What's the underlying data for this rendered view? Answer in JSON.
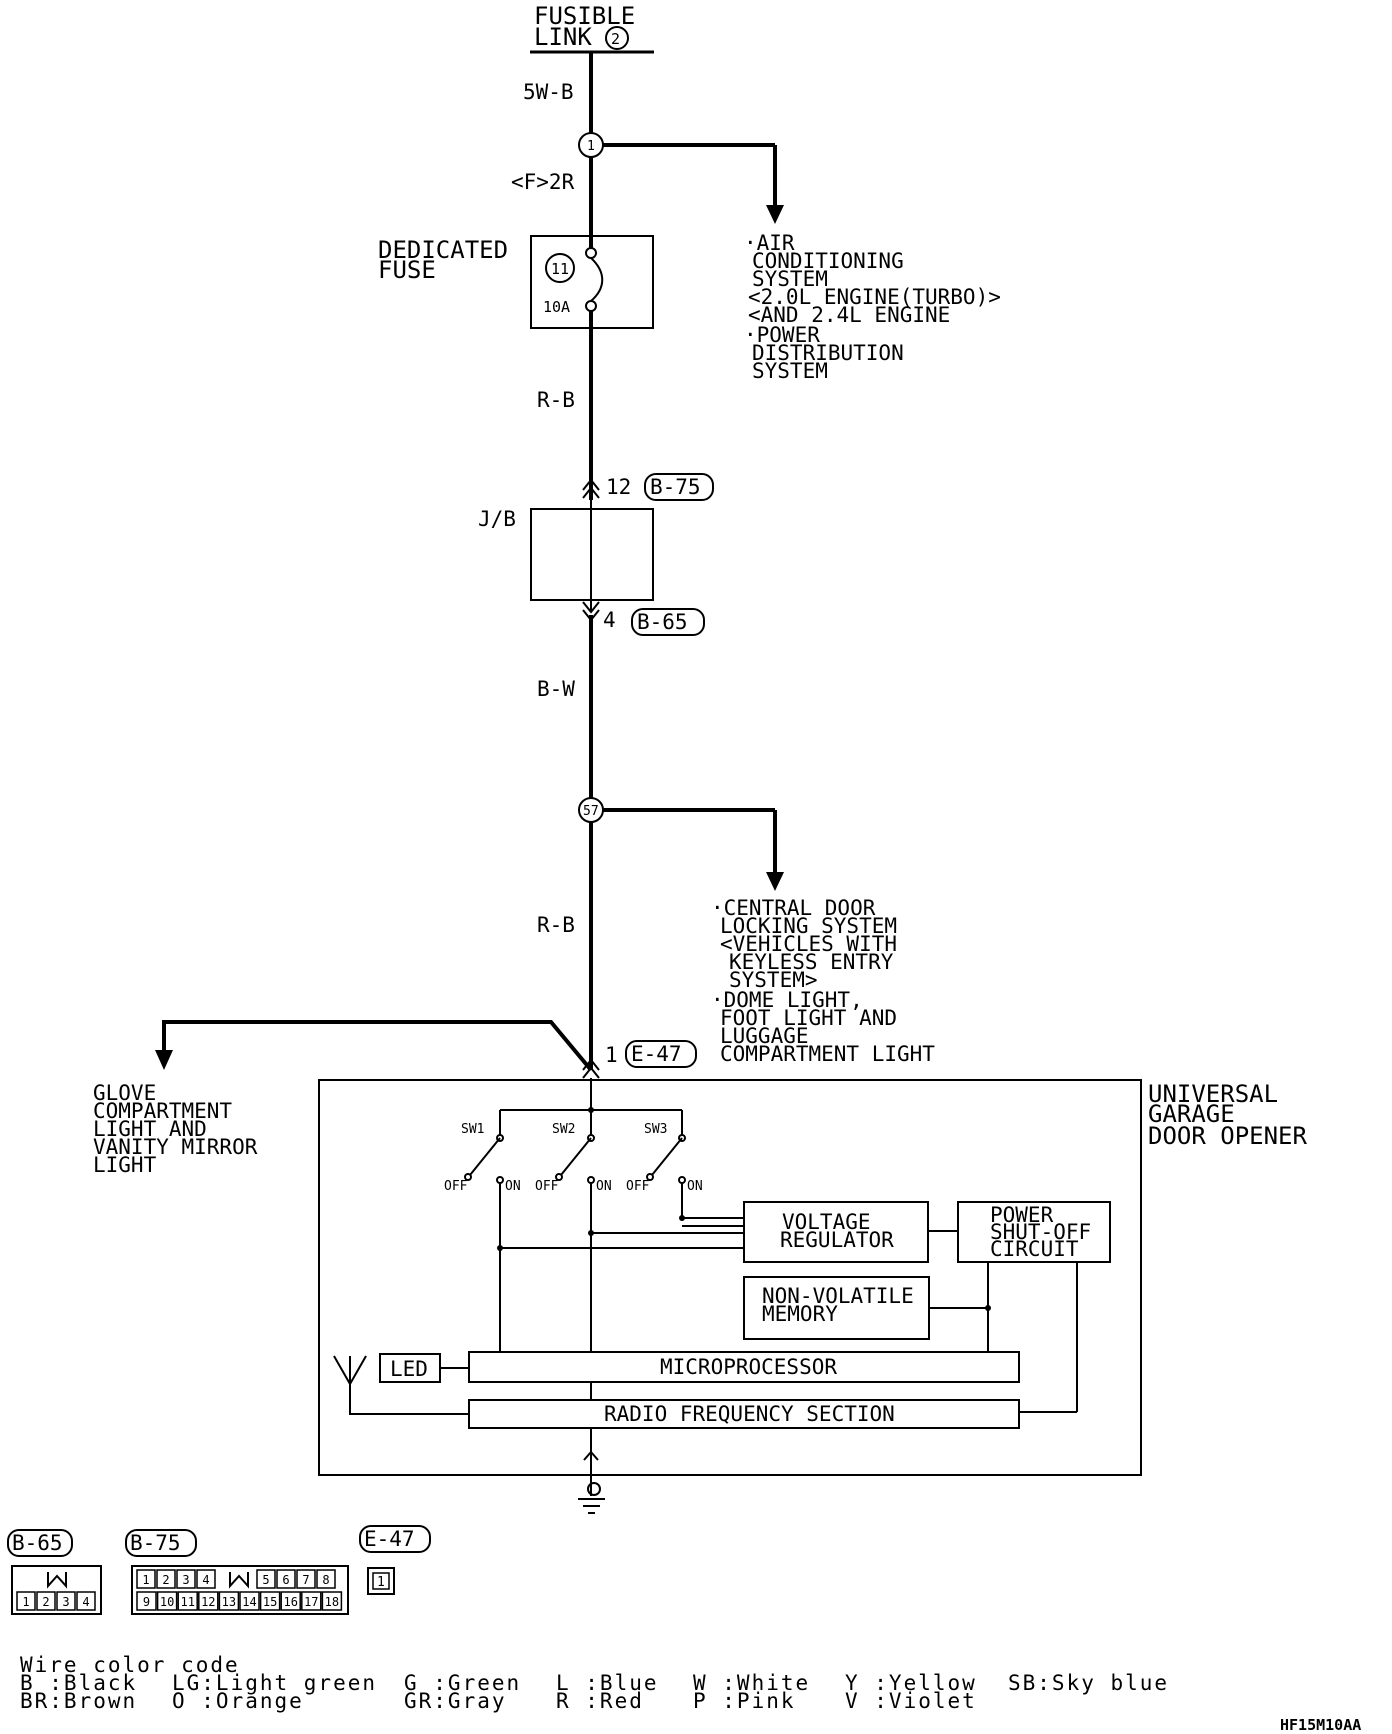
{
  "top_source": {
    "line1": "FUSIBLE",
    "line2": "LINK",
    "num": "2"
  },
  "wires": {
    "w1": "5W-B",
    "w2": "<F>2R",
    "w3": "R-B",
    "w4": "B-W",
    "w5": "R-B"
  },
  "splices": {
    "s1": "1",
    "s2": "57"
  },
  "fuse": {
    "title1": "DEDICATED",
    "title2": "FUSE",
    "num": "11",
    "rating": "10A"
  },
  "junction_block": {
    "label": "J/B",
    "pin_top": "12",
    "conn_top": "B-75",
    "pin_bottom": "4",
    "conn_bottom": "B-65"
  },
  "branch_ac": {
    "l1": "·AIR",
    "l2": "CONDITIONING",
    "l3": "SYSTEM",
    "l4": "<2.0L ENGINE(TURBO)>",
    "l5": "<AND 2.4L ENGINE",
    "l6": "·POWER",
    "l7": "DISTRIBUTION",
    "l8": "SYSTEM"
  },
  "branch_door": {
    "l1": "·CENTRAL DOOR",
    "l2": "LOCKING SYSTEM",
    "l3": "<VEHICLES WITH",
    "l4": "KEYLESS ENTRY",
    "l5": "SYSTEM>",
    "l6": "·DOME LIGHT,",
    "l7": "FOOT LIGHT AND",
    "l8": "LUGGAGE",
    "l9": "COMPARTMENT LIGHT"
  },
  "branch_glove": {
    "l1": "GLOVE",
    "l2": "COMPARTMENT",
    "l3": "LIGHT AND",
    "l4": "VANITY MIRROR",
    "l5": "LIGHT"
  },
  "opener_connector": {
    "pin": "1",
    "conn": "E-47"
  },
  "opener": {
    "l1": "UNIVERSAL",
    "l2": "GARAGE",
    "l3": "DOOR OPENER"
  },
  "switches": {
    "sw1": "SW1",
    "sw2": "SW2",
    "sw3": "SW3",
    "off": "OFF",
    "on": "ON"
  },
  "blocks": {
    "vr1": "VOLTAGE",
    "vr2": "REGULATOR",
    "ps1": "POWER",
    "ps2": "SHUT-OFF",
    "ps3": "CIRCUIT",
    "nv1": "NON-VOLATILE",
    "nv2": "MEMORY",
    "led": "LED",
    "micro": "MICROPROCESSOR",
    "rf": "RADIO FREQUENCY SECTION"
  },
  "connectors": {
    "b65": {
      "label": "B-65",
      "pins": [
        "1",
        "2",
        "3",
        "4"
      ]
    },
    "b75": {
      "label": "B-75",
      "pins_top": [
        "1",
        "2",
        "3",
        "4",
        "5",
        "6",
        "7",
        "8"
      ],
      "pins_bottom": [
        "9",
        "10",
        "11",
        "12",
        "13",
        "14",
        "15",
        "16",
        "17",
        "18"
      ]
    },
    "e47": {
      "label": "E-47",
      "pins": [
        "1"
      ]
    }
  },
  "color_code": {
    "title": "Wire color code",
    "r1": [
      "B :Black",
      "LG:Light green",
      "G :Green",
      "L :Blue",
      "W :White",
      "Y :Yellow",
      "SB:Sky blue"
    ],
    "r2": [
      "BR:Brown",
      "O :Orange",
      "GR:Gray",
      "R :Red",
      "P :Pink",
      "V :Violet"
    ]
  },
  "code": "HF15M10AA"
}
